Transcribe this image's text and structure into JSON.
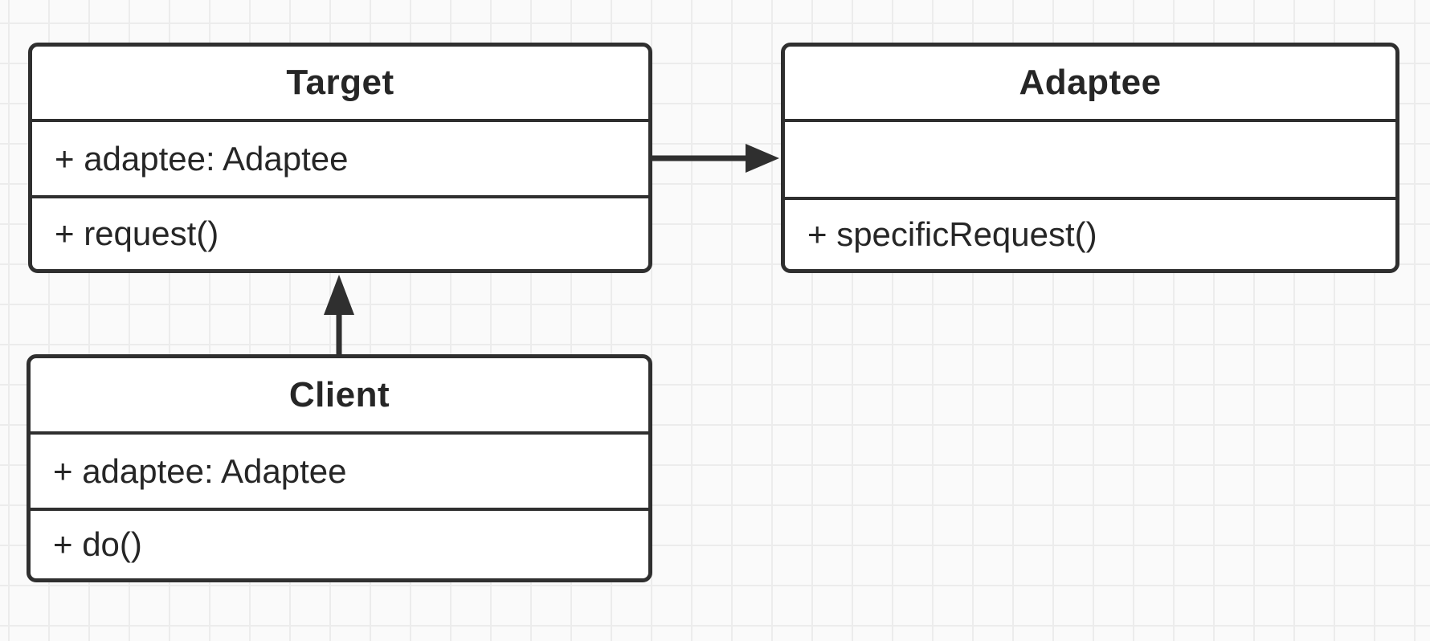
{
  "diagram": {
    "kind": "uml-class-diagram",
    "pattern": "Adapter",
    "classes": [
      {
        "id": "target",
        "name": "Target",
        "attributes": [
          "+ adaptee: Adaptee"
        ],
        "methods": [
          "+ request()"
        ]
      },
      {
        "id": "adaptee",
        "name": "Adaptee",
        "attributes": [],
        "methods": [
          "+ specificRequest()"
        ]
      },
      {
        "id": "client",
        "name": "Client",
        "attributes": [
          "+ adaptee: Adaptee"
        ],
        "methods": [
          "+ do()"
        ]
      }
    ],
    "connectors": [
      {
        "from": "Target",
        "to": "Adaptee",
        "style": "solid-line-filled-arrow",
        "direction": "right"
      },
      {
        "from": "Client",
        "to": "Target",
        "style": "solid-line-filled-arrow",
        "direction": "up"
      }
    ],
    "colors": {
      "stroke": "#2f2f2f",
      "fill": "#ffffff",
      "background": "#fafafa",
      "grid": "#ececec",
      "text": "#262626"
    }
  }
}
